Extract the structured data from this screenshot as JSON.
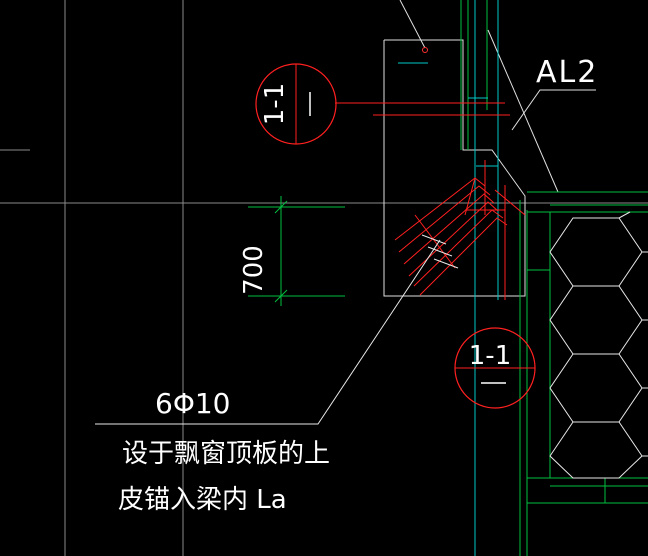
{
  "colors": {
    "background": "#000000",
    "white_lines": "#e8e8e8",
    "grey_lines": "#9a9a9a",
    "green_lines": "#00cc33",
    "cyan_lines": "#00c8c8",
    "red_lines": "#ff2020",
    "text": "#ffffff"
  },
  "labels": {
    "beam_tag": "AL2",
    "dimension_value": "700",
    "section_mark_top": "1-1",
    "section_mark_bottom": "1-1",
    "rebar_spec": "6Φ10",
    "note_line_1": "设于飘窗顶板的上",
    "note_line_2": "皮锚入梁内 La"
  }
}
